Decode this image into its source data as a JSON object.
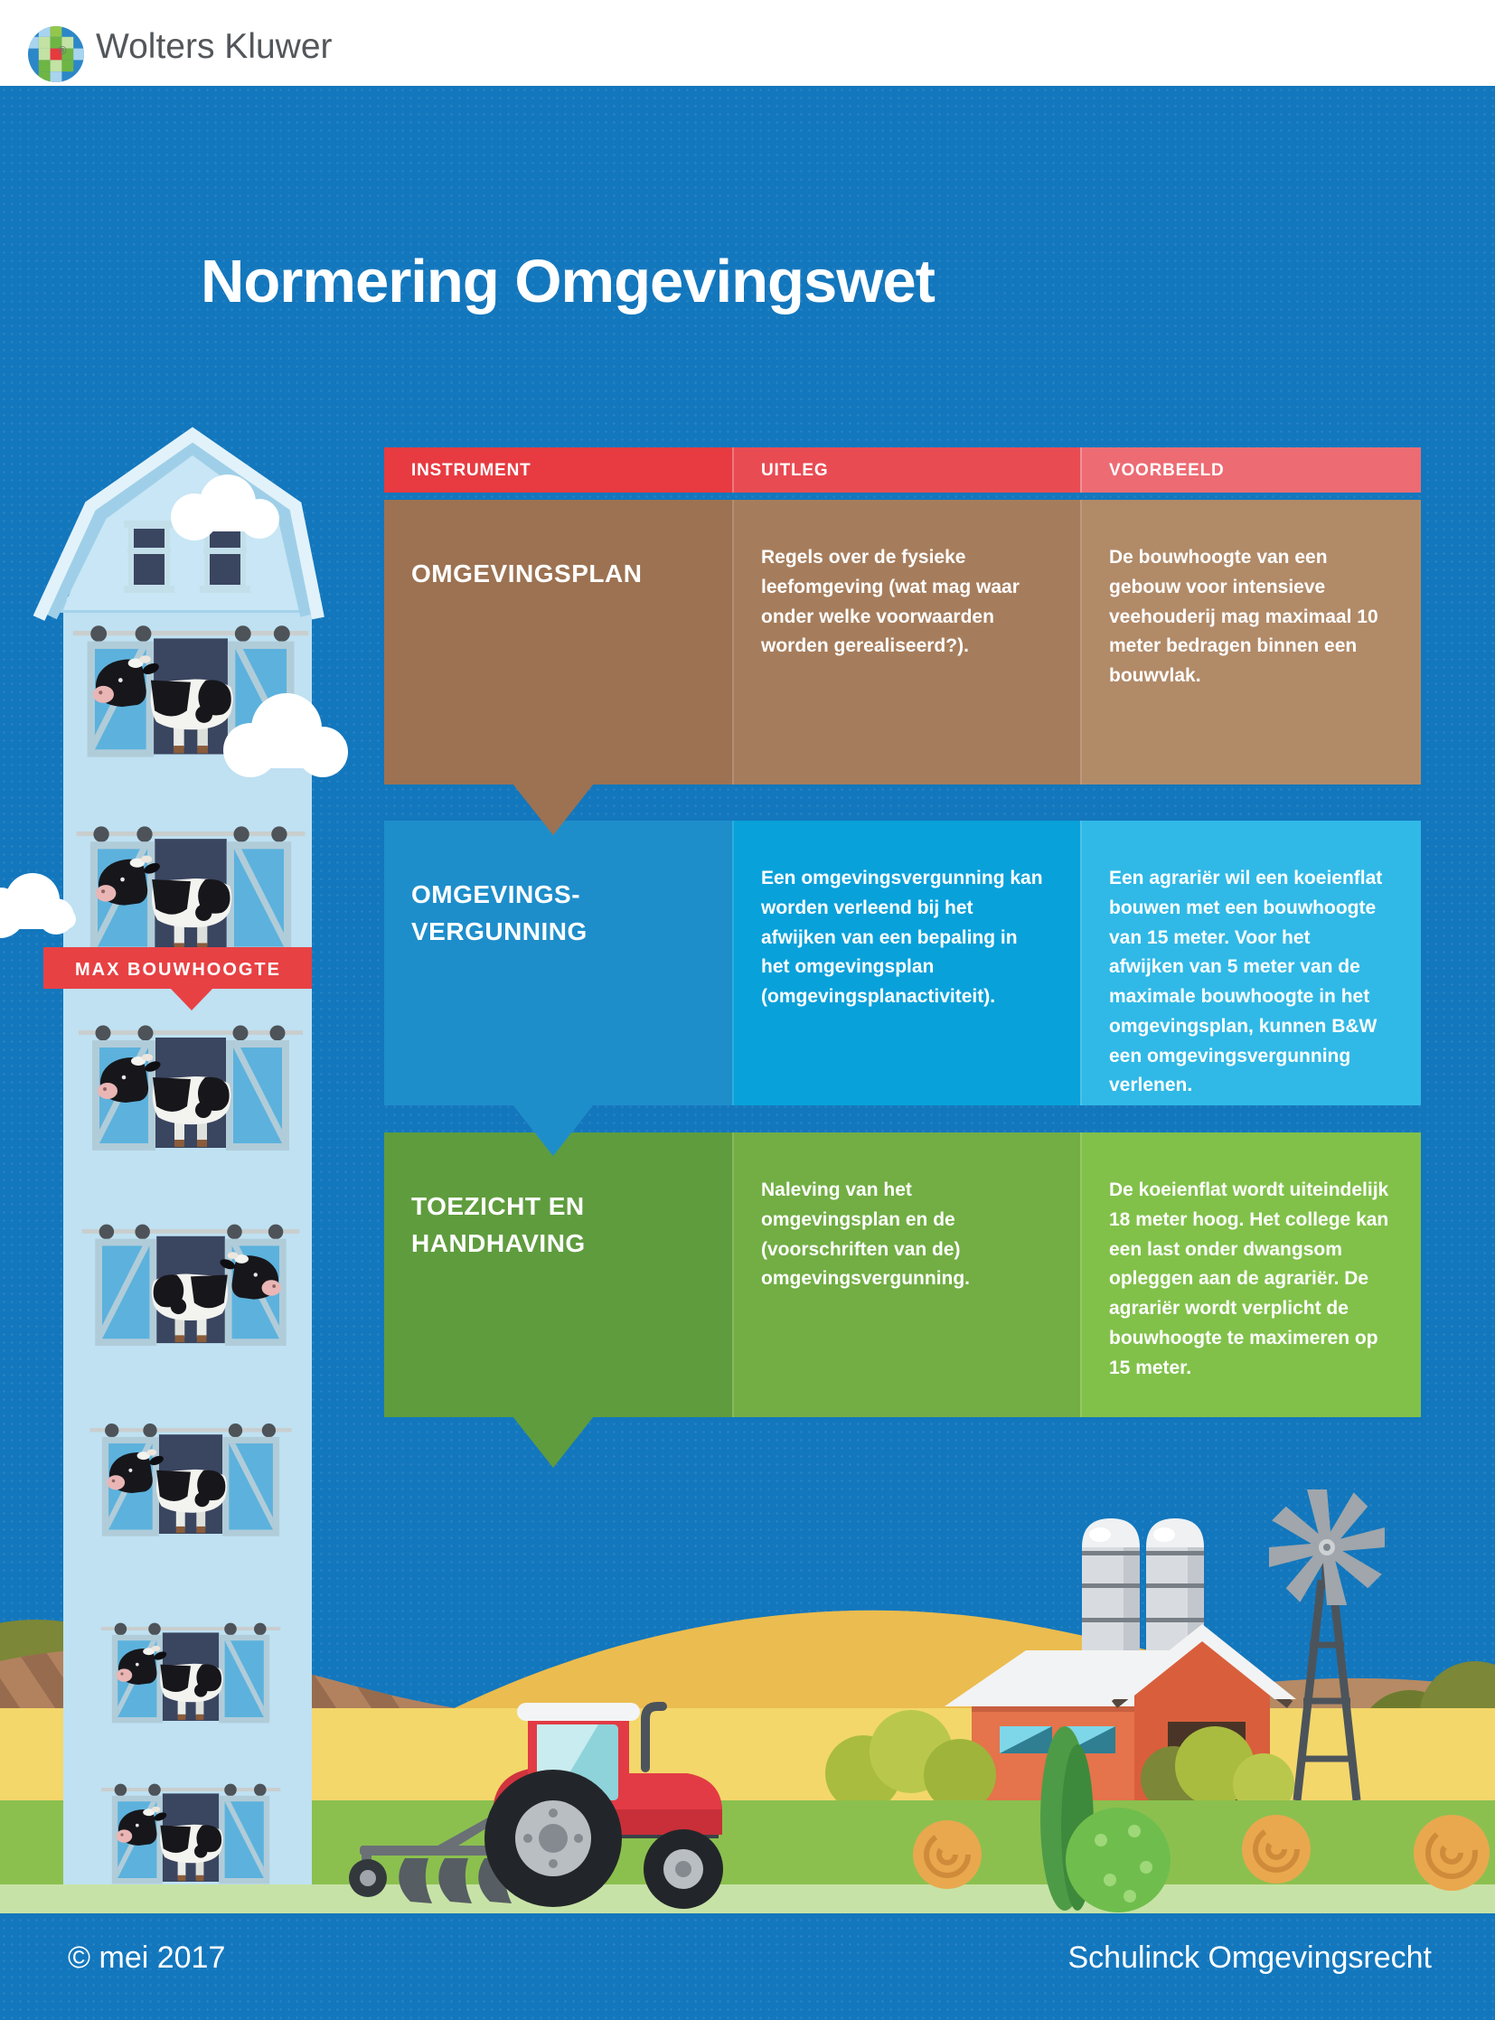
{
  "topbar": {
    "brand": "Wolters Kluwer",
    "registered_mark": "®"
  },
  "poster": {
    "title": "Normering Omgevingswet",
    "banner": {
      "label": "MAX BOUWHOOGTE"
    },
    "table": {
      "headers": [
        {
          "label": "INSTRUMENT"
        },
        {
          "label": "UITLEG"
        },
        {
          "label": "VOORBEELD"
        }
      ],
      "rows": [
        {
          "instrument": "OMGEVINGSPLAN",
          "uitleg": "Regels over de fysieke leefomgeving (wat mag waar onder welke voorwaarden worden gerealiseerd?).",
          "voorbeeld": "De bouwhoogte van een gebouw voor intensieve veehouderij mag maximaal 10 meter bedragen binnen een bouwvlak."
        },
        {
          "instrument": "OMGEVINGS-\nVERGUNNING",
          "uitleg": "Een omgevingsvergunning kan worden verleend bij het afwijken van een bepaling in het omgevingsplan (omgevingsplanactiviteit).",
          "voorbeeld": "Een agrariër wil een koeienflat bouwen met een bouwhoogte van 15 meter. Voor het afwijken van 5 meter van de maximale bouwhoogte in het omgevingsplan, kunnen B&W een omgevingsvergunning verlenen."
        },
        {
          "instrument": "TOEZICHT EN\nHANDHAVING",
          "uitleg": "Naleving van het omgevingsplan en de (voorschriften van de) omgevingsvergunning.",
          "voorbeeld": "De koeienflat wordt uiteindelijk 18 meter hoog. Het college kan een last onder dwangsom opleggen aan de agrariër. De agrariër wordt verplicht de bouwhoogte te maximeren op 15 meter."
        }
      ]
    },
    "footer": {
      "left": "© mei 2017",
      "right": "Schulinck Omgevingsrecht"
    }
  },
  "palette": {
    "posterBlue": "#1377BD",
    "headRed1": "#E73B41",
    "headRed2": "#E94B53",
    "headRed3": "#ED6B73",
    "brown1": "#9C7252",
    "brown2": "#A67D5C",
    "brown3": "#B18A68",
    "blue1": "#1E8ECB",
    "blue2": "#09A1DA",
    "blue3": "#30B9E6",
    "green1": "#5F9C3E",
    "green2": "#72AE44",
    "green3": "#81C14A",
    "ribbonRed": "#E84144"
  }
}
